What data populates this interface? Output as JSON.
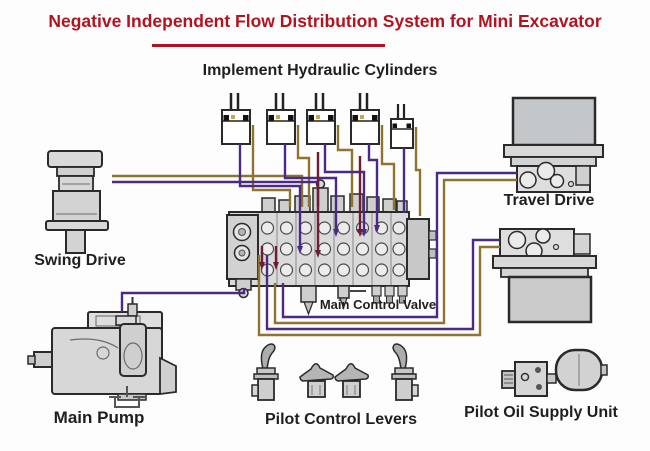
{
  "title": {
    "text": "Negative Independent Flow Distribution System for Mini Excavator"
  },
  "labels": {
    "implement_hydraulic_cylinders": "Implement Hydraulic Cylinders",
    "swing_drive": "Swing Drive",
    "travel_drive": "Travel Drive",
    "main_control_valve": "Main Control Valve",
    "main_pump": "Main Pump",
    "pilot_control_levers": "Pilot Control Levers",
    "pilot_oil_supply_unit": "Pilot Oil Supply Unit"
  },
  "colors": {
    "title_red": "#b5121f",
    "line_purple": "#4b2a85",
    "line_gold": "#8f7430",
    "line_maroon": "#6e1d33",
    "label_dark": "#1f1f1f"
  }
}
